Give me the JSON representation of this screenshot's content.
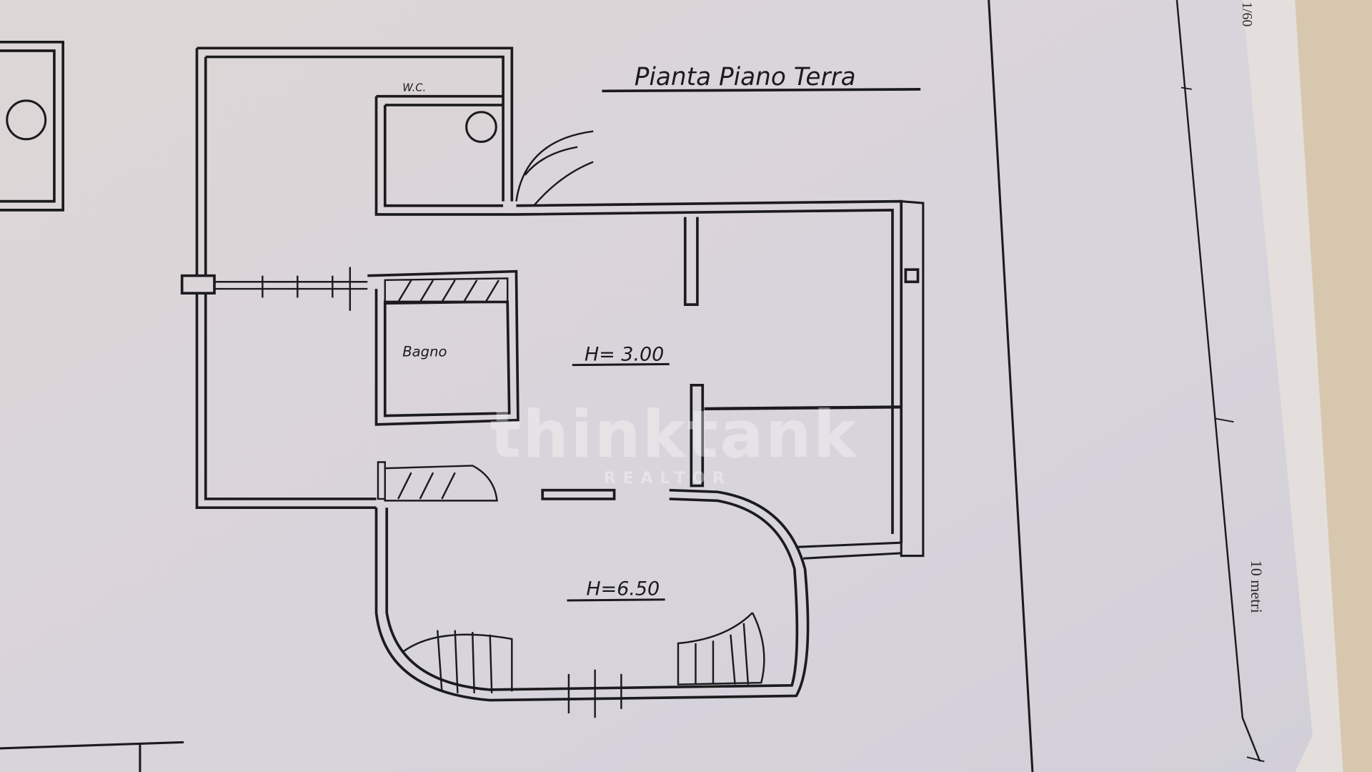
{
  "plan": {
    "title": "Pianta Piano Terra",
    "rooms": {
      "wc": "W.C.",
      "bathroom": "Bagno",
      "main_height": "H= 3.00",
      "hall_height": "H=6.50"
    },
    "scale_label": "10 metri",
    "corner_mark": "1/60"
  },
  "watermark": {
    "brand": "thinktank",
    "subtitle": "REALTOR"
  },
  "colors": {
    "paper": "#dcd6da",
    "ink": "#1b1b1d",
    "background": "#d9cbb3"
  }
}
